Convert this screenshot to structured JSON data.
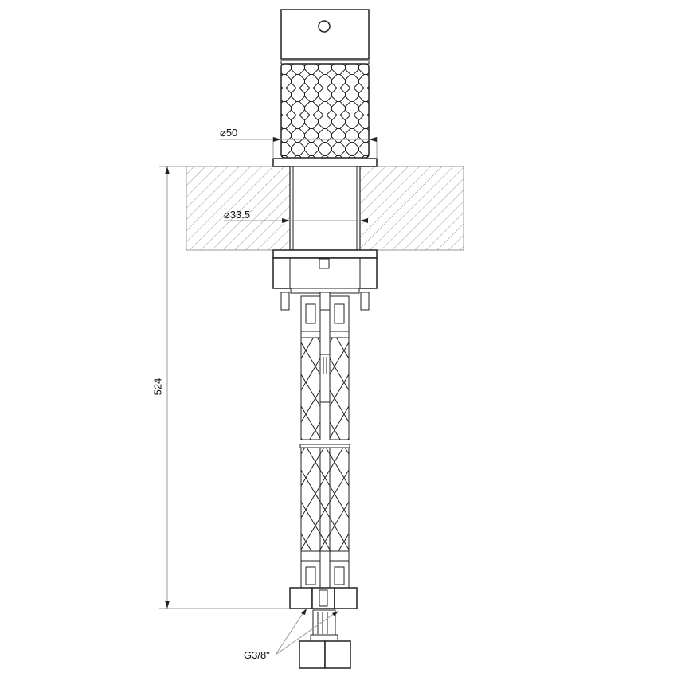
{
  "drawing": {
    "subject": "basin mixer tap technical drawing",
    "dimensions": {
      "outer_diameter": {
        "symbol": "⌀",
        "value": "50"
      },
      "hole_diameter": {
        "symbol": "⌀",
        "value": "33.5"
      },
      "height": {
        "value": "524"
      },
      "thread": {
        "value": "G3/8\""
      }
    },
    "colors": {
      "line": "#222222",
      "dim_line": "#9a9a9a",
      "hatch": "#9a9a9a",
      "background": "#ffffff"
    }
  }
}
